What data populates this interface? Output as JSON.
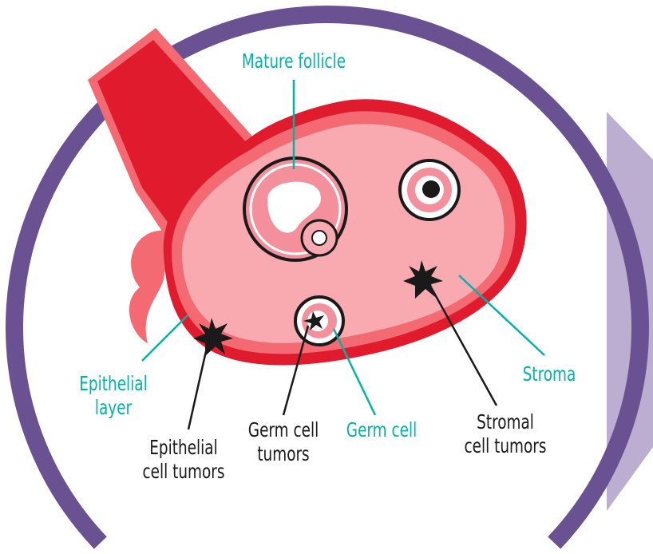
{
  "colors": {
    "ring": "#6a5292",
    "shadow": "#bcaed0",
    "vessel": "#e01b2d",
    "outer": "#f46a72",
    "ovary": "#f9aab1",
    "teal": "#00b3a9"
  },
  "labels": {
    "mature_follicle": "Mature follicle",
    "epithelial_layer": [
      "Epithelial",
      "layer"
    ],
    "epithelial_cell_tumors": [
      "Epithelial",
      "cell tumors"
    ],
    "germ_cell_tumors": [
      "Germ cell",
      "tumors"
    ],
    "germ_cell": "Germ cell",
    "stroma": "Stroma",
    "stromal_cell_tumors": [
      "Stromal",
      "cell tumors"
    ]
  }
}
